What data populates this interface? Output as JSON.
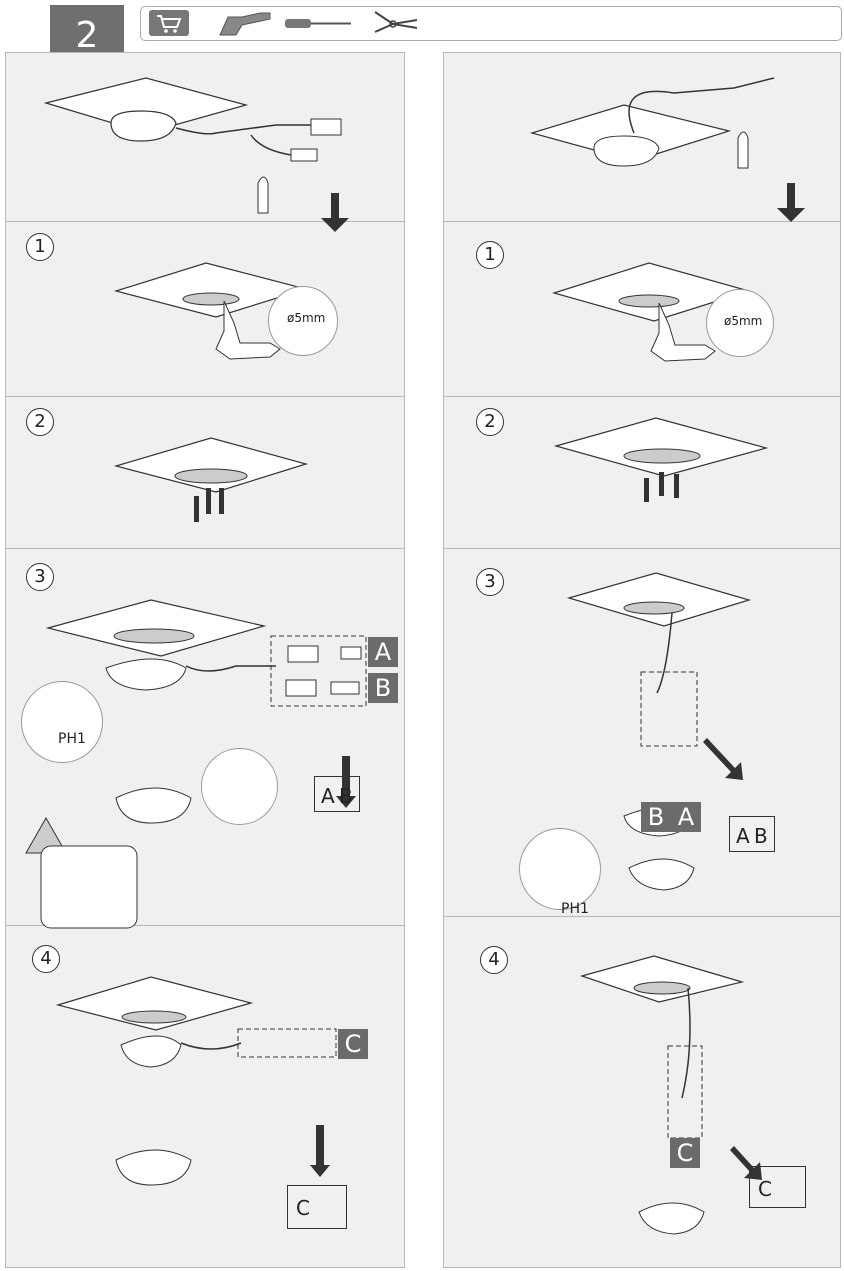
{
  "header": {
    "step_number": "2"
  },
  "tools": [
    "cart-icon",
    "drill-icon",
    "screwdriver-icon",
    "pliers-icon"
  ],
  "left": {
    "steps": [
      "1",
      "2",
      "3",
      "4"
    ],
    "drill_size": "ø5mm",
    "screwdriver": "PH1",
    "labels": {
      "a": "A",
      "b": "B",
      "c": "C"
    },
    "book_ab": [
      "A",
      "B"
    ],
    "book_c": [
      "C"
    ]
  },
  "right": {
    "steps": [
      "1",
      "2",
      "3",
      "4"
    ],
    "drill_size": "ø5mm",
    "screwdriver": "PH1",
    "labels": {
      "a": "A",
      "b": "B",
      "c": "C"
    },
    "book_ab": [
      "A",
      "B"
    ],
    "book_c": [
      "C"
    ]
  },
  "colors": {
    "panel": "#f0f0f0",
    "border": "#b9b9b9",
    "label_bg": "#6b6b6b"
  }
}
